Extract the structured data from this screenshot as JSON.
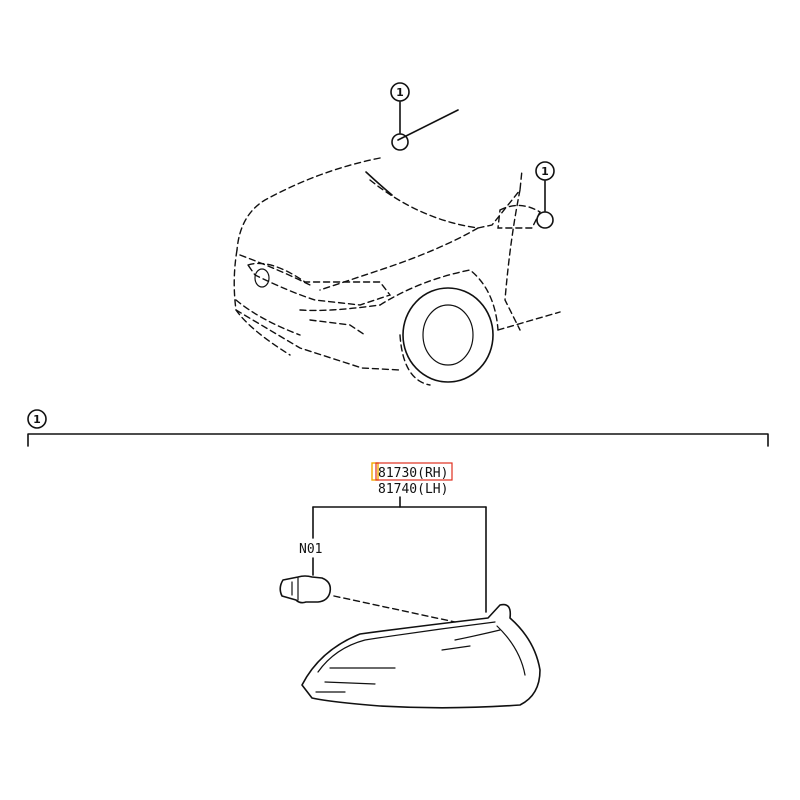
{
  "callouts": {
    "top_windshield": "1",
    "top_fender": "1",
    "section": "1"
  },
  "parts": {
    "part_rh": "81730(RH)",
    "part_lh": "81740(LH)",
    "bulb": "N01"
  },
  "colors": {
    "line": "#111111",
    "highlight_box": "#f2a900",
    "highlight_text_box": "#e0301e"
  }
}
